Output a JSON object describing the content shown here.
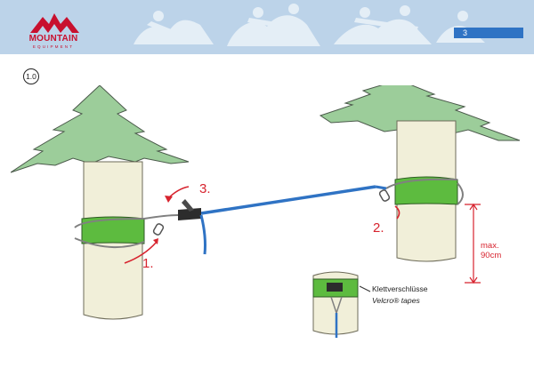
{
  "header": {
    "brand": "MOUNTAIN",
    "brand_sub": "EQUIPMENT",
    "page_number": "3"
  },
  "step": "1.0",
  "labels": {
    "step1": "1.",
    "step2": "2.",
    "step3": "3.",
    "max_height_line1": "max.",
    "max_height_line2": "90cm"
  },
  "inset": {
    "title": "Klettverschlüsse",
    "subtitle": "Velcro® tapes"
  },
  "colors": {
    "header_bg": "#bcd3e9",
    "brand_red": "#c8102e",
    "accent_blue": "#2f73c4",
    "strap_green": "#5dbb3f",
    "foliage_green": "#9ccd9a",
    "trunk": "#f1efd9",
    "annotation_red": "#d7232e"
  }
}
